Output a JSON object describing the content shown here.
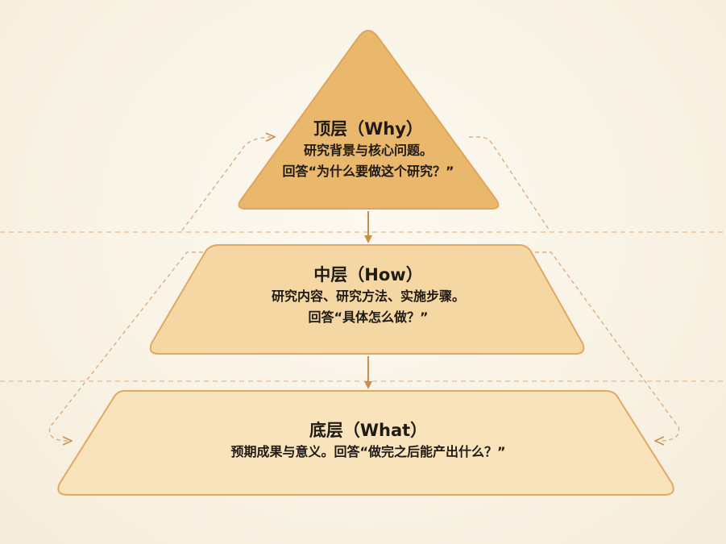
{
  "tiers": {
    "top": {
      "title": "顶层（Why）",
      "lines": [
        "研究背景与核心问题。",
        "回答“为什么要做这个研究？”"
      ]
    },
    "middle": {
      "title": "中层（How）",
      "lines": [
        "研究内容、研究方法、实施步骤。",
        "回答“具体怎么做？”"
      ]
    },
    "bottom": {
      "title": "底层（What）",
      "lines": [
        "预期成果与意义。回答“做完之后能产出什么？”"
      ]
    }
  },
  "colors": {
    "top_fill": "#e9b86c",
    "middle_fill": "#f5d7a3",
    "bottom_fill": "#f9e3bb",
    "outline": "#e3a860",
    "arrow": "#c98e4a",
    "dash": "#e3b98a"
  }
}
